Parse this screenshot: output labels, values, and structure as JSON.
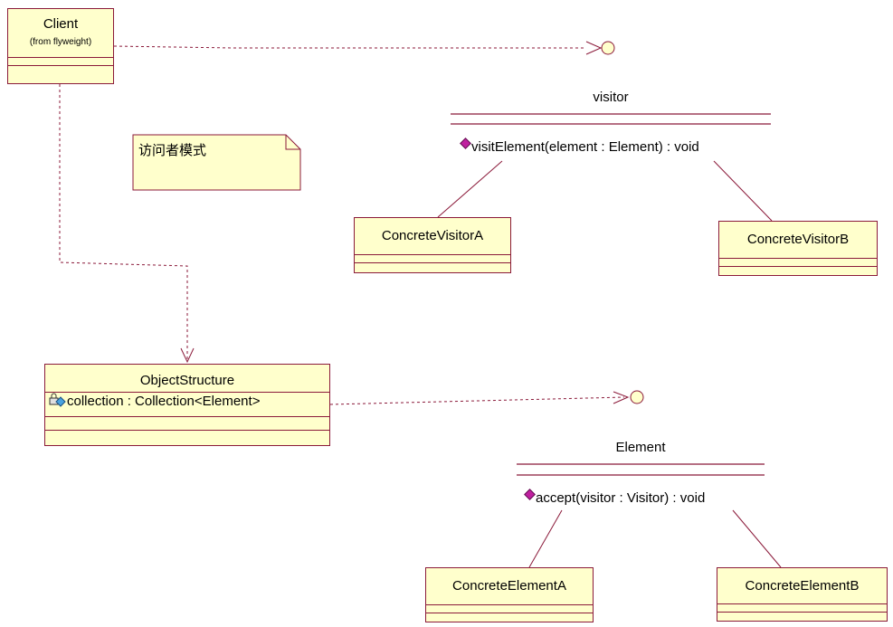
{
  "client": {
    "name": "Client",
    "from": "(from flyweight)"
  },
  "note": {
    "text": "访问者模式"
  },
  "visitor": {
    "name": "visitor",
    "operation": "visitElement(element : Element) : void"
  },
  "concrete_visitor_a": {
    "name": "ConcreteVisitorA"
  },
  "concrete_visitor_b": {
    "name": "ConcreteVisitorB"
  },
  "object_structure": {
    "name": "ObjectStructure",
    "attribute": "collection : Collection<Element>"
  },
  "element": {
    "name": "Element",
    "operation": "accept(visitor : Visitor) : void"
  },
  "concrete_element_a": {
    "name": "ConcreteElementA"
  },
  "concrete_element_b": {
    "name": "ConcreteElementB"
  },
  "colors": {
    "class_fill": "#ffffcc",
    "class_border": "#8b1a3a",
    "line": "#8b1a3a",
    "operation_icon": "#c020a0"
  }
}
